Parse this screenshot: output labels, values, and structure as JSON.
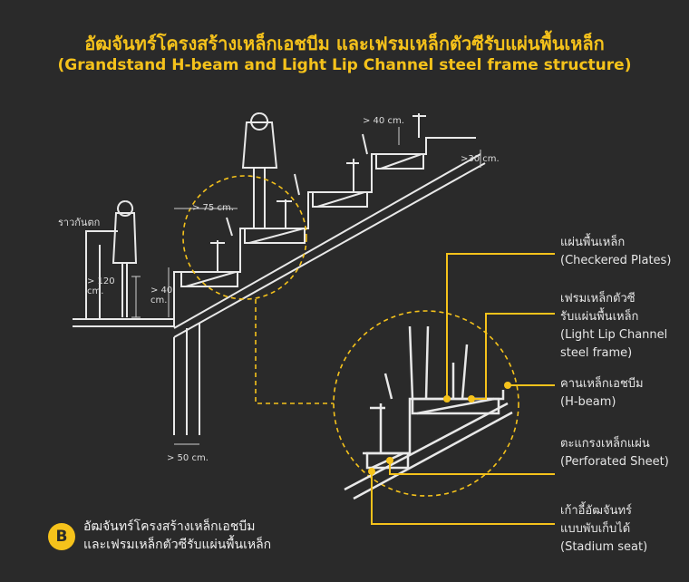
{
  "title_th": "อัฒจันทร์โครงสร้างเหล็กเอชบีม และเฟรมเหล็กตัวซีรับแผ่นพื้นเหล็ก",
  "title_en": "(Grandstand H-beam and Light Lip Channel steel frame structure)",
  "dimensions": {
    "riser": "> 40 cm.",
    "step": ">30 cm.",
    "tread": "> 75 cm.",
    "railing_height": "> 120 cm.",
    "front_height": "> 40 cm.",
    "column": "> 50 cm.",
    "railing_label": "ราวกันตก"
  },
  "labels": [
    {
      "th": "แผ่นพื้นเหล็ก",
      "en": "(Checkered Plates)"
    },
    {
      "th": "เฟรมเหล็กตัวซี",
      "th2": "รับแผ่นพื้นเหล็ก",
      "en": "(Light Lip Channel",
      "en2": "steel frame)"
    },
    {
      "th": "คานเหล็กเอชบีม",
      "en": "(H-beam)"
    },
    {
      "th": "ตะแกรงเหล็กแผ่น",
      "en": "(Perforated Sheet)"
    },
    {
      "th": "เก้าอี้อัฒจันทร์",
      "th2": "แบบพับเก็บได้",
      "en": "(Stadium seat)"
    }
  ],
  "badge": "B",
  "caption_line1": "อัฒจันทร์โครงสร้างเหล็กเอชบีม",
  "caption_line2": "และเฟรมเหล็กตัวซีรับแผ่นพื้นเหล็ก",
  "colors": {
    "accent": "#f5c21b",
    "background": "#2a2a2a",
    "line": "#e8e8e8"
  }
}
